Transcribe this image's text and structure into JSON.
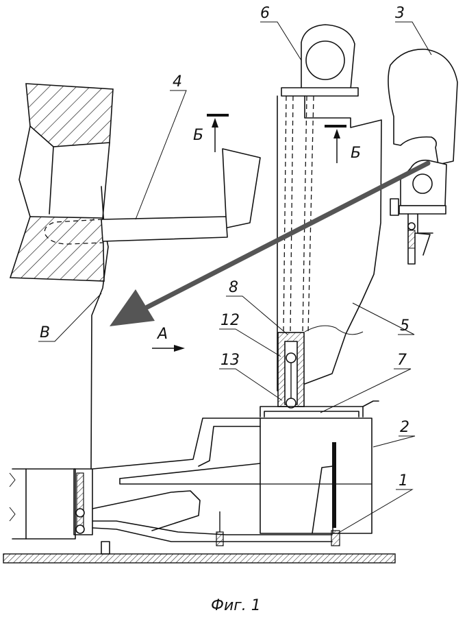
{
  "labels": {
    "l1": "1",
    "l2": "2",
    "l3": "3",
    "l4": "4",
    "l5": "5",
    "l6": "6",
    "l7": "7",
    "l8": "8",
    "l12": "12",
    "l13": "13",
    "lA": "A",
    "lB1": "Б",
    "lB2": "Б",
    "lV": "B"
  },
  "caption": "Фиг. 1",
  "colors": {
    "line": "#111111",
    "arrow": "#555555",
    "background": "#ffffff"
  }
}
